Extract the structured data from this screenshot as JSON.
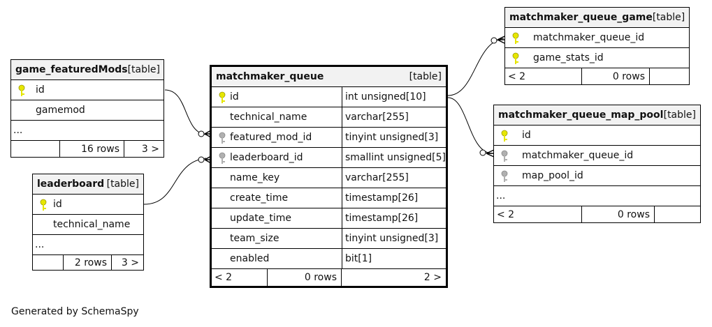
{
  "tables": {
    "game_featured_mods": {
      "name": "game_featuredMods",
      "type": "[table]",
      "columns": [
        "id",
        "gamemod"
      ],
      "ellipsis": "...",
      "footer": {
        "rows": "16 rows",
        "children": "3 >"
      }
    },
    "leaderboard": {
      "name": "leaderboard",
      "type": "[table]",
      "columns": [
        "id",
        "technical_name"
      ],
      "ellipsis": "...",
      "footer": {
        "rows": "2 rows",
        "children": "3 >"
      }
    },
    "matchmaker_queue": {
      "name": "matchmaker_queue",
      "type": "[table]",
      "columns": [
        {
          "name": "id",
          "type": "int unsigned[10]"
        },
        {
          "name": "technical_name",
          "type": "varchar[255]"
        },
        {
          "name": "featured_mod_id",
          "type": "tinyint unsigned[3]"
        },
        {
          "name": "leaderboard_id",
          "type": "smallint unsigned[5]"
        },
        {
          "name": "name_key",
          "type": "varchar[255]"
        },
        {
          "name": "create_time",
          "type": "timestamp[26]"
        },
        {
          "name": "update_time",
          "type": "timestamp[26]"
        },
        {
          "name": "team_size",
          "type": "tinyint unsigned[3]"
        },
        {
          "name": "enabled",
          "type": "bit[1]"
        }
      ],
      "footer": {
        "parents": "< 2",
        "rows": "0 rows",
        "children": "2 >"
      }
    },
    "matchmaker_queue_game": {
      "name": "matchmaker_queue_game",
      "type": "[table]",
      "columns": [
        "matchmaker_queue_id",
        "game_stats_id"
      ],
      "footer": {
        "parents": "< 2",
        "rows": "0 rows"
      }
    },
    "matchmaker_queue_map_pool": {
      "name": "matchmaker_queue_map_pool",
      "type": "[table]",
      "columns": [
        "id",
        "matchmaker_queue_id",
        "map_pool_id"
      ],
      "ellipsis": "...",
      "footer": {
        "parents": "< 2",
        "rows": "0 rows"
      }
    }
  },
  "generated_by": "Generated by SchemaSpy",
  "colors": {
    "primary_key": "#e6e600",
    "foreign_key": "#b0b0b0",
    "header_bg": "#f2f2f2"
  }
}
